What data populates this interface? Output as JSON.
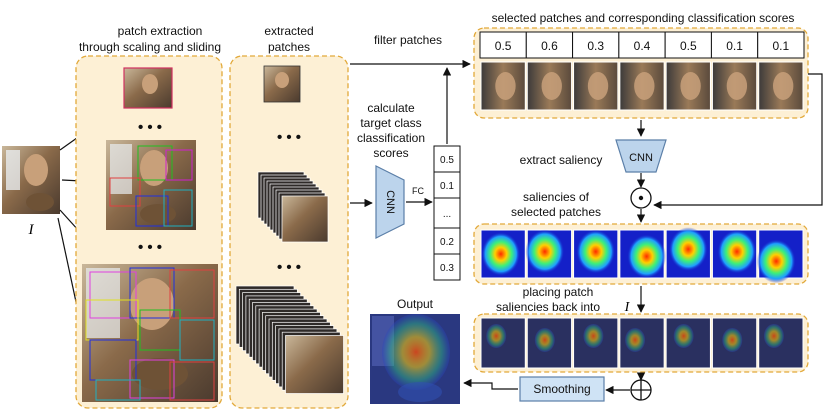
{
  "labels": {
    "patch_extraction_1": "patch extraction",
    "patch_extraction_2": "through scaling and sliding",
    "extracted_1": "extracted",
    "extracted_2": "patches",
    "filter": "filter patches",
    "selected_header": "selected  patches and corresponding  classification scores",
    "calc_1": "calculate",
    "calc_2": "target class",
    "calc_3": "classification",
    "calc_4": "scores",
    "cnn": "CNN",
    "fc": "FC",
    "extract_saliency": "extract saliency",
    "saliencies_1": "saliencies of",
    "saliencies_2": "selected patches",
    "placing_1": "placing patch",
    "placing_2": "saliencies back into",
    "image_symbol": "I",
    "output": "Output",
    "smoothing": "Smoothing",
    "dots": "• • •"
  },
  "fc_scores": [
    "0.5",
    "0.1",
    "...",
    "0.2",
    "0.3"
  ],
  "selected_scores": [
    "0.5",
    "0.6",
    "0.3",
    "0.4",
    "0.5",
    "0.1",
    "0.1"
  ],
  "colors": {
    "panel_fill": "#fdf0d5",
    "panel_stroke": "#e2a93a",
    "cnn_fill": "#bcd4ec",
    "cnn_stroke": "#5b7fa8",
    "smoothing_fill": "#cfe3f5",
    "heat_bg": "#1420c8"
  }
}
